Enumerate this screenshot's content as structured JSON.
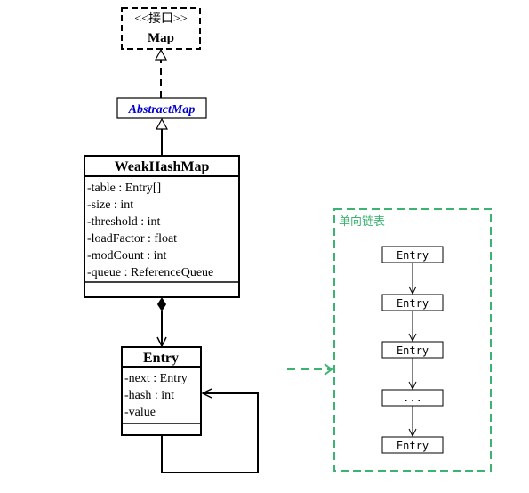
{
  "interface_box": {
    "stereotype": "<<接口>>",
    "name": "Map"
  },
  "abstract_box": {
    "name": "AbstractMap",
    "color": "#0000cc"
  },
  "weakhashmap_box": {
    "name": "WeakHashMap",
    "fields": [
      "-table : Entry[]",
      "-size : int",
      "-threshold : int",
      "-loadFactor : float",
      "-modCount : int",
      "-queue : ReferenceQueue"
    ]
  },
  "entry_box": {
    "name": "Entry",
    "fields": [
      "-next : Entry",
      "-hash : int",
      "-value"
    ]
  },
  "linked_list": {
    "title": "单向链表",
    "color": "#3cb371",
    "nodes": [
      "Entry",
      "Entry",
      "Entry",
      "...",
      "Entry"
    ]
  }
}
